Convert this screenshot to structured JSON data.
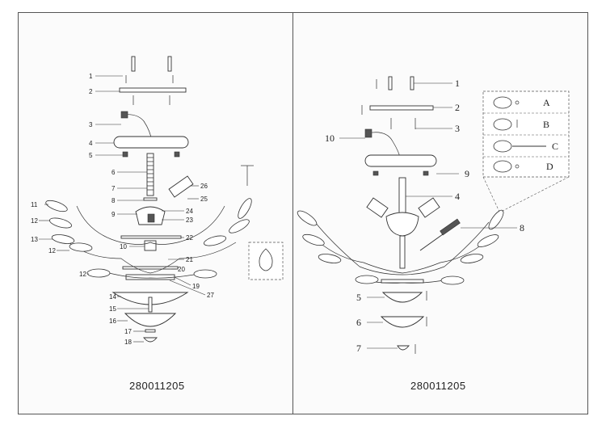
{
  "left_panel": {
    "model": "280011205",
    "callouts": [
      "1",
      "2",
      "3",
      "4",
      "5",
      "6",
      "7",
      "8",
      "9",
      "10",
      "11",
      "12",
      "13",
      "12",
      "12",
      "14",
      "15",
      "16",
      "17",
      "18",
      "19",
      "20",
      "21",
      "22",
      "23",
      "24",
      "25",
      "26",
      "27"
    ]
  },
  "right_panel": {
    "model": "280011205",
    "callouts": [
      "1",
      "2",
      "3",
      "10",
      "4",
      "9",
      "8",
      "5",
      "6",
      "7"
    ],
    "crystal_options": [
      "A",
      "B",
      "C",
      "D"
    ]
  }
}
